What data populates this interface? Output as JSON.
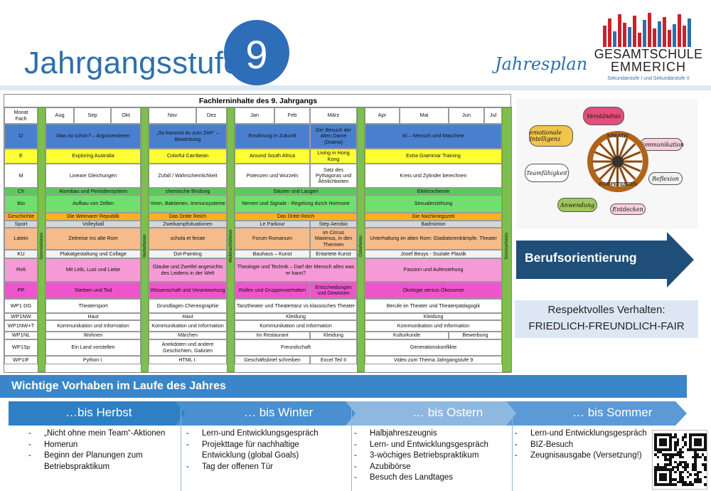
{
  "header": {
    "title": "Jahrgangsstufe",
    "number": "9",
    "jahresplan": "Jahresplan",
    "school_line1": "GESAMTSCHULE",
    "school_line2": "EMMERICH",
    "school_line3": "Sekundarstufe I und Sekundarstufe II"
  },
  "table": {
    "heading": "Fachlerninhalte des  9. Jahrgangs",
    "corner_top": "Monat",
    "corner_bottom": "Fach",
    "months": [
      "Aug",
      "Sep",
      "Okt",
      "Nov",
      "Dez",
      "Jan",
      "Feb",
      "März",
      "Apr",
      "Mai",
      "Jun",
      "Jul"
    ],
    "holidays": [
      "Sommerferien",
      "Herbstferien",
      "Weihnachtsferien",
      "Osterferien",
      "Sommerferien"
    ],
    "rows": [
      {
        "subject": "D",
        "cells": [
          "Was ist schön? – Argumentieren",
          "„So kommst du zum Ziel!“ – Bewerbung",
          "Ernährung in Zukunft",
          "Der Besuch der alten Dame (Drama)",
          "KI – Mensch und Maschine"
        ]
      },
      {
        "subject": "E",
        "cells": [
          "Exploring Australia",
          "Colorful Carribean",
          "Around South Africa",
          "Living in Hong Kong",
          "Extra Grammar Training"
        ]
      },
      {
        "subject": "M",
        "cells": [
          "Lineare Gleichungen",
          "Zufall / Wahrscheinlichkeit",
          "Potenzen und Wurzeln",
          "Satz des Pythagoras und Ähnlichkeiten",
          "Kreis und Zylinder berechnen"
        ]
      },
      {
        "subject": "Ch",
        "cells": [
          "Atombau und Periodensystem",
          "chemische Bindung",
          "Säuren und Laugen",
          "Elektrochemie"
        ]
      },
      {
        "subject": "Bio",
        "cells": [
          "Aufbau von Zellen",
          "Viren, Baktierien, Immunsysteme",
          "Nerven und Signale - Regelung durch Hormone",
          "Sexualerziehung"
        ]
      },
      {
        "subject": "Geschichte",
        "cells": [
          "Die Weimarer Republik",
          "Das Dritte Reich",
          "Das Dritte Reich",
          "Die Nachkriegszeit"
        ]
      },
      {
        "subject": "Sport",
        "cells": [
          "Volleyball",
          "Zweikampfsituationen",
          "Le Parkour",
          "Step Aerobic",
          "Badminton"
        ]
      },
      {
        "subject": "Latein",
        "cells": [
          "Zeitreise ins alte Rom",
          "schola et feriae",
          "Forum Romanum",
          "im Circus Maximus, in den Thermen",
          "Unterhaltung im alten Rom: Gladiatorenkämpfe, Theater"
        ]
      },
      {
        "subject": "KU",
        "cells": [
          "Plakatgestaltung und Collage",
          "Dot-Painting",
          "Bauhaus – Kunst",
          "Entartete Kunst",
          "Josef Beuys - Soziale Plastik"
        ]
      },
      {
        "subject": "Reli",
        "cells": [
          "Mit Leib, Lust und Liebe",
          "Glaube und Zweifel angesichts des Leidens in der Welt",
          "Theologie und Technik – Darf der Mensch alles was er kann?",
          "Passion und Auferstehung"
        ]
      },
      {
        "subject": "PP",
        "cells": [
          "Sterben und Tod",
          "Wissenschaft und Verantwortung",
          "Rollen und Gruppenverhalten",
          "Entscheidungen und Gewissen",
          "Ökologie versus Ökonomie"
        ]
      },
      {
        "subject": "WP1 DG",
        "cells": [
          "Theatersport",
          "Grundlagen Chereographie",
          "Tanztheater und Theatertanz vs klassisches Theater",
          "Berufe im Theater und Theaterpädagogik"
        ]
      },
      {
        "subject": "WP1NW",
        "cells": [
          "Haut",
          "Haut",
          "Kleidung",
          "Kleidung"
        ]
      },
      {
        "subject": "WP1NW+T",
        "cells": [
          "Kommunikation und Information",
          "Kommunikation und Information",
          "Kommunikation und Information",
          "Kommunikation und Information"
        ]
      },
      {
        "subject": "WP1NL",
        "cells": [
          "Wohnen",
          "Märchen",
          "Im Restaurant",
          "Kleidung",
          "Kulturkunde",
          "Bewerbung"
        ]
      },
      {
        "subject": "WP1Sp",
        "cells": [
          "Ein Land vorstellen",
          "Anekdoten und andere Geschichten, Galizien",
          "Freundschaft",
          "Generationskonflikte"
        ]
      },
      {
        "subject": "WP1IF",
        "cells": [
          "Python I.",
          "HTML I.",
          "Geschäftsbrief schreiben",
          "Excel Teil II",
          "Video zum Thema Jahrgangstufe 9"
        ]
      }
    ]
  },
  "collage": {
    "words": [
      "emotionale Intelligenz",
      "Verständnis",
      "Kommunikation",
      "Teamfähigkeit",
      "Reflexion",
      "Anwendung",
      "Entdecken",
      "KREATIV",
      "KOMPETENZEN"
    ]
  },
  "berufsorientierung": "Berufsorientierung",
  "respekt": {
    "line1": "Respektvolles Verhalten:",
    "line2": "FRIEDLICH-FREUNDLICH-FAIR"
  },
  "vorhaben": {
    "title": "Wichtige Vorhaben im Laufe des Jahres",
    "phases": [
      {
        "label": "…bis Herbst",
        "items": [
          "„Nicht ohne mein Team“-Aktionen",
          "Homerun",
          "Beginn der Planungen zum Betriebspraktikum"
        ]
      },
      {
        "label": "… bis Winter",
        "items": [
          "Lern-und Entwicklungsgespräch",
          "Projekttage für nachhaltige Entwicklung (global Goals)",
          "Tag der offenen Tür"
        ]
      },
      {
        "label": "… bis Ostern",
        "items": [
          "Halbjahreszeugnis",
          "Lern- und Entwicklungsgespräch",
          "3-wöchiges Betriebspraktikum",
          "Azubibörse",
          "Besuch des Landtages"
        ]
      },
      {
        "label": "… bis Sommer",
        "items": [
          "Lern-und Entwicklungsgespräch",
          "BIZ-Besuch",
          "Zeugnisausgabe (Versetzung!)"
        ]
      }
    ]
  },
  "colors": {
    "blue": "#2e6db7",
    "header_blue": "#3a86c8",
    "arrow_dark": "#1f4e79",
    "D": "#4a7fd0",
    "E": "#ffff33",
    "M": "#ffffff",
    "Ch": "#4fd24f",
    "Bio": "#6fe06f",
    "Geschichte": "#ffb020",
    "Sport": "#d6d6d6",
    "Latein": "#f6bb8a",
    "KU": "#f2f2f2",
    "Reli": "#f59ad6",
    "PP": "#ee55cc",
    "WP": "#ffffff",
    "holiday": "#7fbf4d"
  }
}
